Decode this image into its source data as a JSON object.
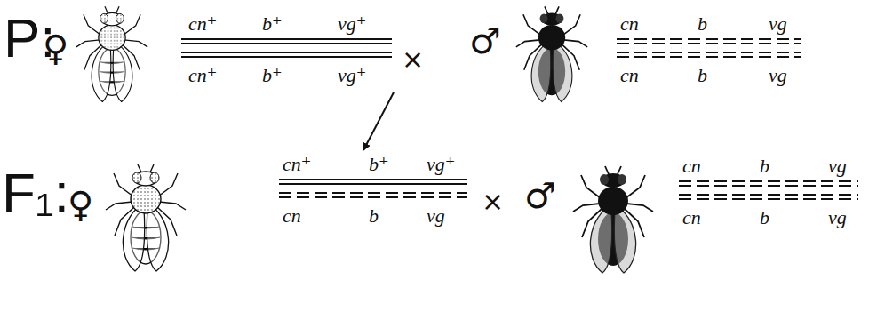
{
  "diagram": {
    "nodes": [
      {
        "text": [
          "cn⁺",
          "b⁺",
          "vg⁺",
          "cn⁺",
          "b⁺",
          "vg⁺"
        ]
      },
      {
        "text": [
          "cn",
          "b",
          "vg",
          "cn",
          "b",
          "vg"
        ]
      },
      {
        "text": [
          "cn⁺",
          "b⁺",
          "vg⁺",
          "cn",
          "b",
          "vg⁻"
        ]
      },
      {
        "text": [
          "cn",
          "b",
          "vg",
          "cn",
          "b",
          "vg"
        ]
      }
    ],
    "edges": [
      {
        "from": 0,
        "to": 2,
        "arrow": "to"
      }
    ],
    "labels": [
      "P:",
      "♀",
      "×",
      "♂",
      "F₁:",
      "♀",
      "×",
      "♂"
    ]
  }
}
